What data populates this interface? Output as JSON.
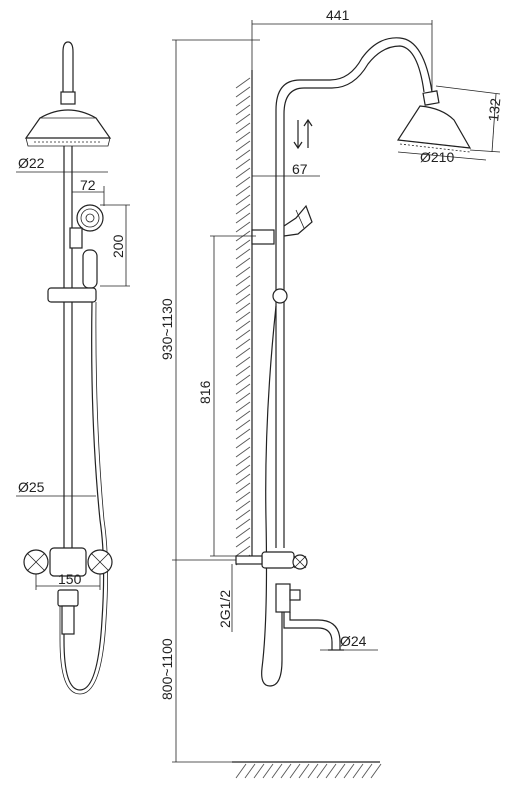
{
  "dimensions": {
    "d22": "Ø22",
    "w72": "72",
    "h200": "200",
    "d25": "Ø25",
    "w150": "150",
    "h930_1130": "930~1130",
    "h800_1100": "800~1100",
    "w441": "441",
    "h132": "132",
    "d210": "Ø210",
    "w67": "67",
    "h816": "816",
    "thread": "2G1/2",
    "d24": "Ø24"
  },
  "icons": {
    "adjust_arrows": "up-down-arrows-icon"
  }
}
